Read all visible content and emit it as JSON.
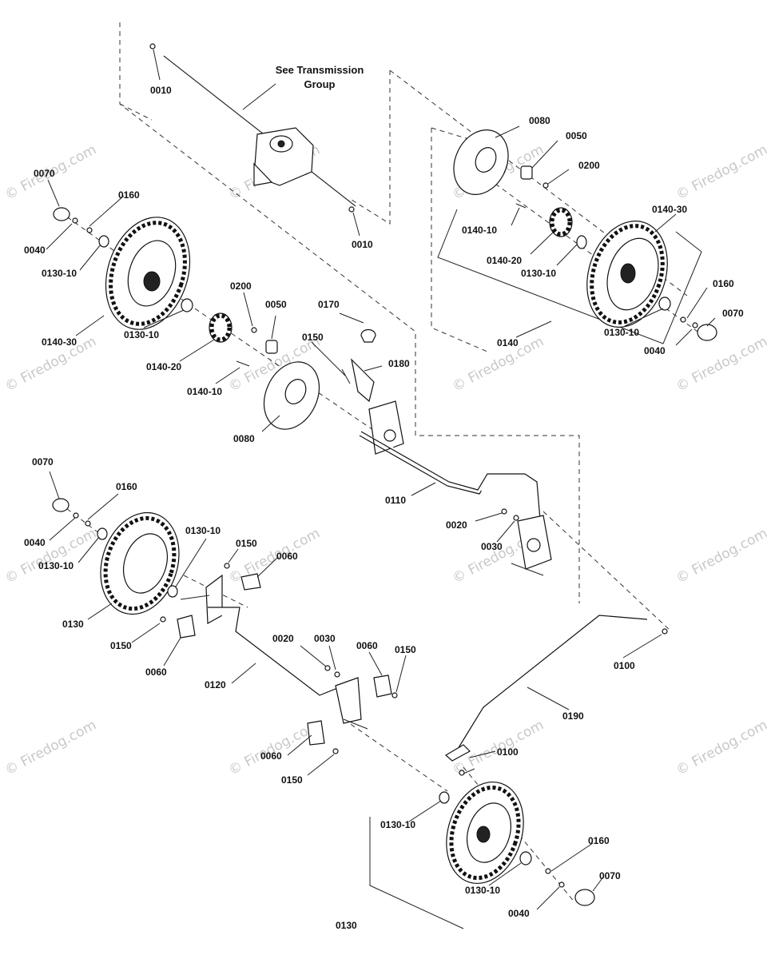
{
  "note": {
    "line1": "See Transmission",
    "line2": "Group"
  },
  "watermark": "© Firedog.com",
  "callouts": {
    "c0010a": "0010",
    "c0010b": "0010",
    "c0080r": "0080",
    "c0050r": "0050",
    "c0200r": "0200",
    "c0140_10r": "0140-10",
    "c0140_20r": "0140-20",
    "c0130_10r1": "0130-10",
    "c0140_30r": "0140-30",
    "c0160r": "0160",
    "c0070r": "0070",
    "c0140r": "0140",
    "c0130_10r2": "0130-10",
    "c0040r": "0040",
    "c0070l": "0070",
    "c0160l": "0160",
    "c0040l": "0040",
    "c0130_10l1": "0130-10",
    "c0140_30l": "0140-30",
    "c0130_10l2": "0130-10",
    "c0140_20l": "0140-20",
    "c0140_10l": "0140-10",
    "c0200l": "0200",
    "c0050l": "0050",
    "c0170": "0170",
    "c0150a": "0150",
    "c0180": "0180",
    "c0080l": "0080",
    "c0110": "0110",
    "c0020a": "0020",
    "c0030a": "0030",
    "c0070fl": "0070",
    "c0160fl": "0160",
    "c0040fl": "0040",
    "c0130_10fl": "0130-10",
    "c0130fl": "0130",
    "c0130_10fl2": "0130-10",
    "c0150b": "0150",
    "c0060a": "0060",
    "c0150c": "0150",
    "c0060b": "0060",
    "c0120": "0120",
    "c0020b": "0020",
    "c0030b": "0030",
    "c0060c": "0060",
    "c0150d": "0150",
    "c0100a": "0100",
    "c0190": "0190",
    "c0060d": "0060",
    "c0150e": "0150",
    "c0100b": "0100",
    "c0130_10fr1": "0130-10",
    "c0160fr": "0160",
    "c0070fr": "0070",
    "c0130_10fr2": "0130-10",
    "c0040fr": "0040",
    "c0130fr": "0130"
  }
}
